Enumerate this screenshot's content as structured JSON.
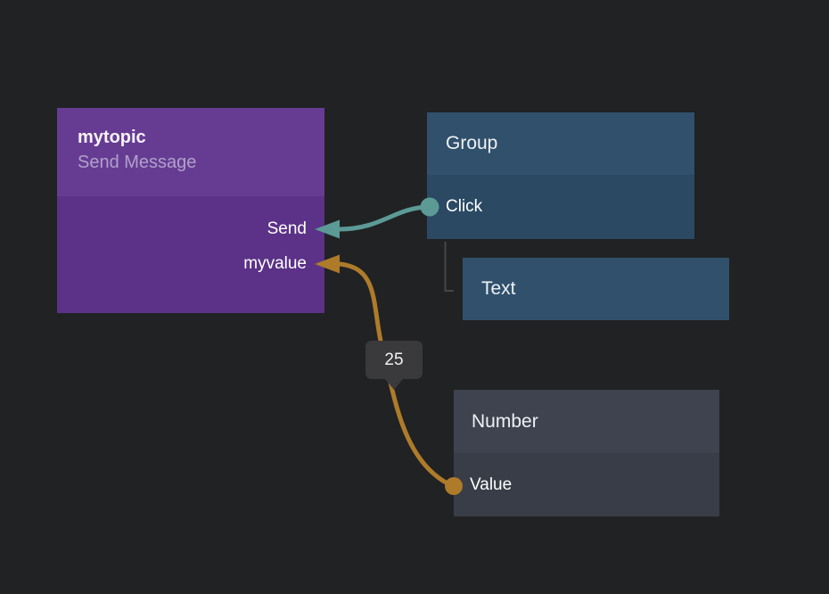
{
  "canvas": {
    "background": "#212224"
  },
  "nodes": {
    "mytopic": {
      "title": "mytopic",
      "subtitle": "Send Message",
      "header_color": "#663c93",
      "body_color": "#5b3287",
      "inputs": [
        {
          "label": "Send"
        },
        {
          "label": "myvalue"
        }
      ]
    },
    "group": {
      "title": "Group",
      "header_color": "#31506c",
      "body_color": "#2b4963",
      "outputs": [
        {
          "label": "Click"
        }
      ]
    },
    "text": {
      "title": "Text",
      "color": "#31506c"
    },
    "number": {
      "title": "Number",
      "header_color": "#3f434f",
      "body_color": "#383d48",
      "outputs": [
        {
          "label": "Value"
        }
      ]
    }
  },
  "wires": [
    {
      "name": "click-to-send",
      "from": "Group.Click",
      "to": "mytopic.Send",
      "color": "#5c9a96"
    },
    {
      "name": "value-to-myvalue",
      "from": "Number.Value",
      "to": "mytopic.myvalue",
      "color": "#ad7b2a",
      "value_label": "25"
    }
  ]
}
